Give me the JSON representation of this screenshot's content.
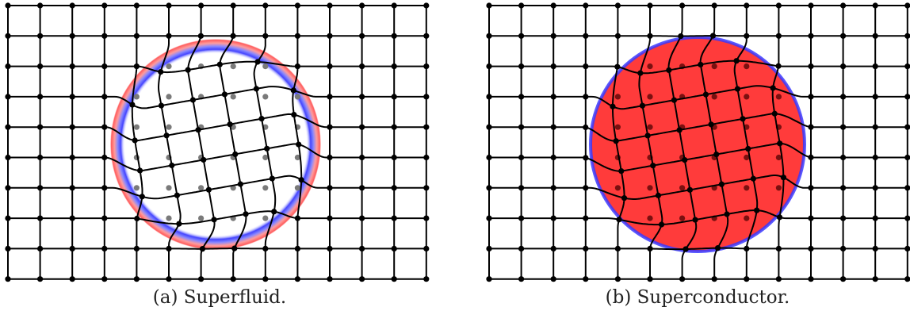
{
  "figure": {
    "panels": [
      {
        "id": "a",
        "caption": "(a) Superfluid.",
        "lattice": {
          "columns": 14,
          "rows": 10
        },
        "disk_fill": "#ffffff",
        "inner_ring_color": "#3a3aff",
        "outer_ring_color": "#ff4a4a",
        "rotation_deg": -10,
        "ghost_site_color": "#7a7a7a"
      },
      {
        "id": "b",
        "caption": "(b) Superconductor.",
        "lattice": {
          "columns": 14,
          "rows": 10
        },
        "disk_fill": "#ff3b3b",
        "inner_ring_color": "#3a3aff",
        "outer_ring_color": null,
        "rotation_deg": -10,
        "ghost_site_color": "#7a1010"
      }
    ],
    "line_color": "#000000",
    "site_color": "#000000"
  }
}
